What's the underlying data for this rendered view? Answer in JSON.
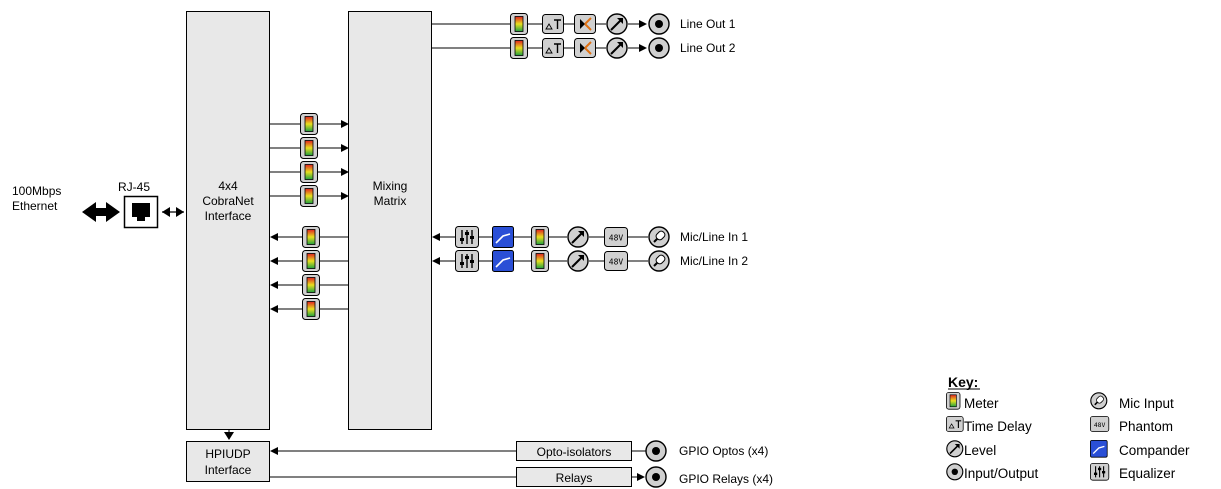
{
  "ethernet": {
    "line1": "100Mbps",
    "line2": "Ethernet"
  },
  "rj45": "RJ-45",
  "cobranet": {
    "line1": "4x4",
    "line2": "CobraNet",
    "line3": "Interface"
  },
  "mixing": {
    "line1": "Mixing",
    "line2": "Matrix"
  },
  "outputs": [
    "Line Out 1",
    "Line Out 2"
  ],
  "inputs": [
    "Mic/Line In 1",
    "Mic/Line In 2"
  ],
  "hpiudp": {
    "line1": "HPIUDP",
    "line2": "Interface"
  },
  "gpio": {
    "opto_box": "Opto-isolators",
    "opto_label": "GPIO Optos (x4)",
    "relay_box": "Relays",
    "relay_label": "GPIO Relays (x4)"
  },
  "key": {
    "title": "Key:",
    "meter": "Meter",
    "time_delay": "Time Delay",
    "level": "Level",
    "io": "Input/Output",
    "mic_input": "Mic Input",
    "phantom": "Phantom",
    "compander": "Compander",
    "equalizer": "Equalizer"
  },
  "colors": {
    "box_fill": "#e8e8e8",
    "compander": "#2a4fd6",
    "meter_red": "#e02020",
    "meter_yellow": "#e8e020",
    "meter_green": "#20a040"
  }
}
